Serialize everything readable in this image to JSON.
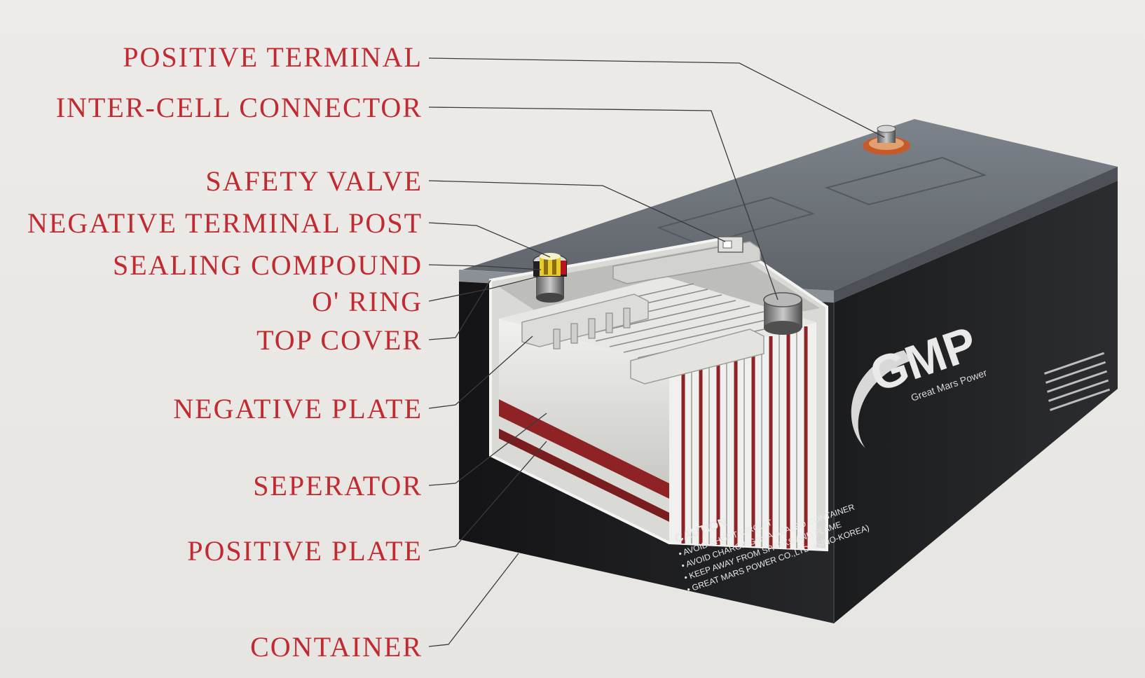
{
  "labels": {
    "positive_terminal": "POSITIVE TERMINAL",
    "inter_cell_connector": "INTER-CELL CONNECTOR",
    "safety_valve": "SAFETY VALVE",
    "negative_terminal_post": "NEGATIVE TERMINAL POST",
    "sealing_compound": "SEALING COMPOUND",
    "o_ring": "O' RING",
    "top_cover": "TOP COVER",
    "negative_plate": "NEGATIVE PLATE",
    "seperator": "SEPERATOR",
    "positive_plate": "POSITIVE PLATE",
    "container": "CONTAINER"
  },
  "brand": {
    "logo_text": "GMP",
    "tagline": "Great Mars Power"
  },
  "caution": {
    "heading": "CAUTION",
    "line1": "• AVOID SHORT CIRCUIT",
    "line2": "• AVOID CHARGING IN A SEALED CONTAINER",
    "line3": "• KEEP AWAY FROM SPARKS AND FLAME",
    "line4": "• GREAT MARS POWER CO.,LTD. (SINO-KOREA)"
  },
  "colors": {
    "label_red": "#c12a30",
    "case_black": "#1d1d1f",
    "lid_gray": "#6e737a",
    "plate_red": "#8e2224"
  }
}
